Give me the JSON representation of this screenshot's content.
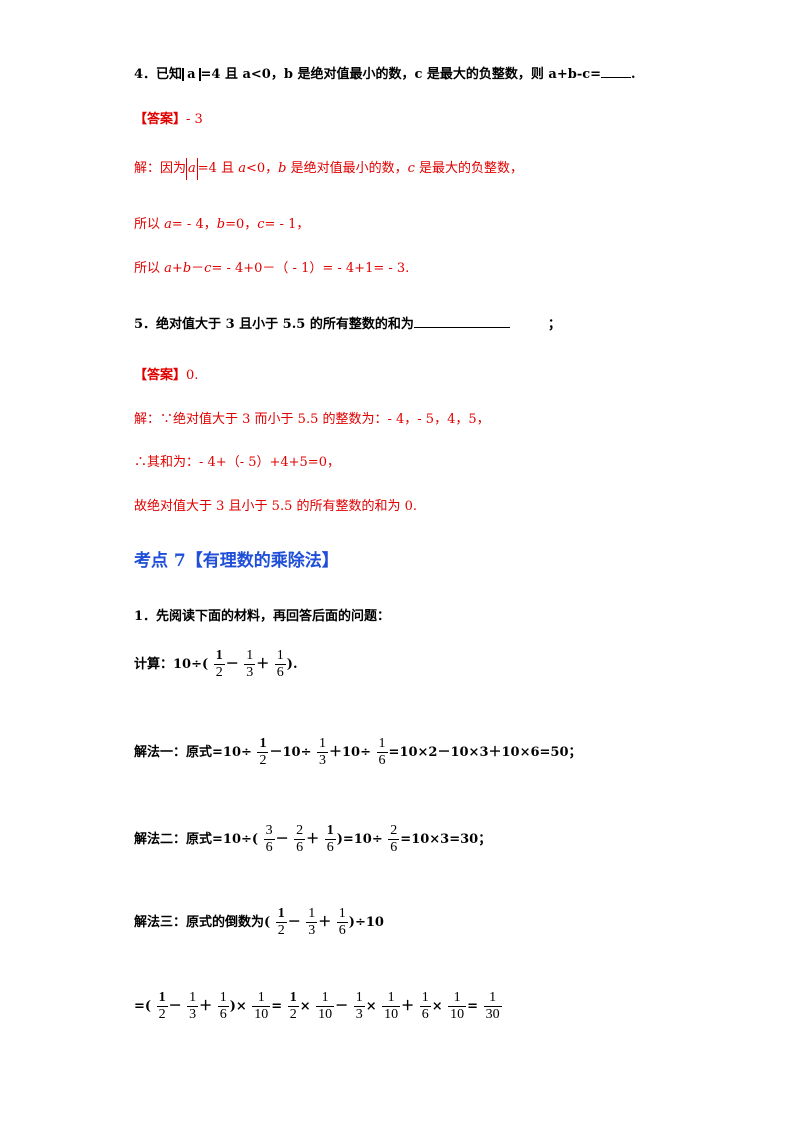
{
  "q4": {
    "num": "4．",
    "pre": "已知",
    "abs_var": "a",
    "post": "=4 且 a<0，b 是绝对值最小的数，c 是最大的负整数，则 a+b-c=",
    "end": "."
  },
  "a4": {
    "tag": "【答案】",
    "value": "- 3",
    "sol_pre": "解：因为",
    "sol_abs": "a",
    "sol_post_parts": [
      "=4 且 ",
      "a",
      "<0，",
      "b",
      " 是绝对值最小的数，",
      "c",
      " 是最大的负整数，"
    ],
    "line2_parts": [
      "所以 ",
      "a",
      "= - 4，",
      "b",
      "=0，",
      "c",
      "= - 1，"
    ],
    "line3_parts": [
      "所以 ",
      "a",
      "+",
      "b",
      "－",
      "c",
      "= - 4+0－（ - 1）= - 4+1= - 3."
    ]
  },
  "q5": {
    "num": "5．",
    "text": "绝对值大于 3 且小于 5.5 的所有整数的和为",
    "end": "；"
  },
  "a5": {
    "tag": "【答案】",
    "value": "0.",
    "line1": "解：∵绝对值大于 3 而小于 5.5 的整数为：- 4，- 5，4，5，",
    "line2": "∴其和为：- 4+（- 5）+4+5=0，",
    "line3": "故绝对值大于 3 且小于 5.5 的所有整数的和为 0."
  },
  "section": {
    "title": "考点 7【有理数的乘除法】"
  },
  "p1": {
    "title": "1．先阅读下面的材料，再回答后面的问题：",
    "calc_label": "计算：",
    "method1_label": "解法一：原式",
    "method2_label": "解法二：原式",
    "method3_label": "解法三：原式的倒数为"
  },
  "math": {
    "eq": "=",
    "minus": "－",
    "plus": "＋",
    "div": "÷",
    "times": "×",
    "lp": "(",
    "rp": ")",
    "ten": "10",
    "dot": ".",
    "semi": "；",
    "one": "1",
    "two": "2",
    "three": "3",
    "six": "6",
    "thirty": "30",
    "v50": "=50",
    "v30": "=30",
    "m1_tail": "=10×2－10×3＋10×6",
    "m2_tail": "=10×3",
    "t10": "10×"
  }
}
